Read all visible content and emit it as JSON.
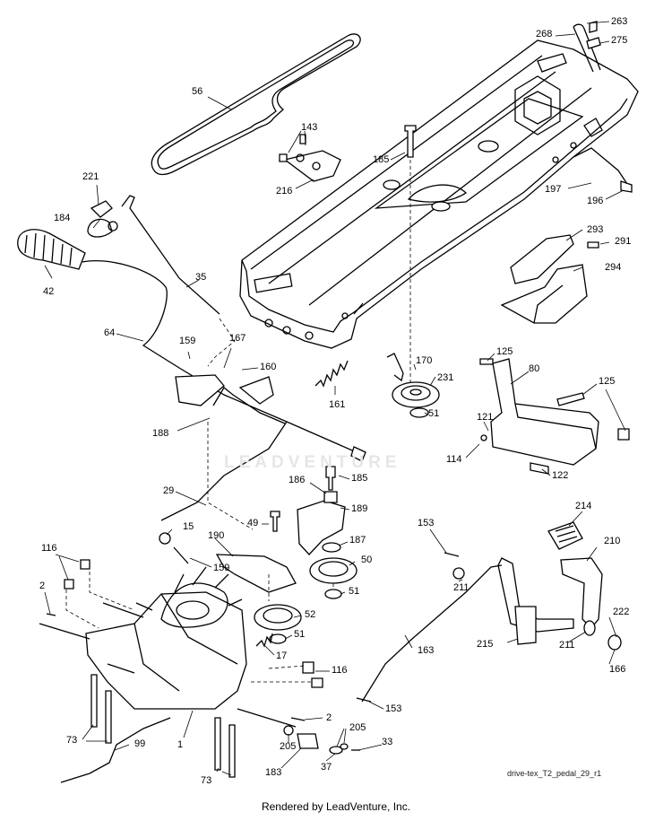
{
  "diagram": {
    "callouts": [
      {
        "id": "263",
        "text": "263"
      },
      {
        "id": "268",
        "text": "268"
      },
      {
        "id": "275",
        "text": "275"
      },
      {
        "id": "56",
        "text": "56"
      },
      {
        "id": "143",
        "text": "143"
      },
      {
        "id": "185a",
        "text": "185"
      },
      {
        "id": "216",
        "text": "216"
      },
      {
        "id": "197",
        "text": "197"
      },
      {
        "id": "196",
        "text": "196"
      },
      {
        "id": "221",
        "text": "221"
      },
      {
        "id": "184",
        "text": "184"
      },
      {
        "id": "293",
        "text": "293"
      },
      {
        "id": "291",
        "text": "291"
      },
      {
        "id": "35",
        "text": "35"
      },
      {
        "id": "294",
        "text": "294"
      },
      {
        "id": "42",
        "text": "42"
      },
      {
        "id": "64",
        "text": "64"
      },
      {
        "id": "159a",
        "text": "159"
      },
      {
        "id": "167",
        "text": "167"
      },
      {
        "id": "160",
        "text": "160"
      },
      {
        "id": "170",
        "text": "170"
      },
      {
        "id": "125a",
        "text": "125"
      },
      {
        "id": "80",
        "text": "80"
      },
      {
        "id": "231",
        "text": "231"
      },
      {
        "id": "125b",
        "text": "125"
      },
      {
        "id": "161",
        "text": "161"
      },
      {
        "id": "51a",
        "text": "51"
      },
      {
        "id": "188",
        "text": "188"
      },
      {
        "id": "121",
        "text": "121"
      },
      {
        "id": "114",
        "text": "114"
      },
      {
        "id": "185b",
        "text": "185"
      },
      {
        "id": "122",
        "text": "122"
      },
      {
        "id": "186",
        "text": "186"
      },
      {
        "id": "29",
        "text": "29"
      },
      {
        "id": "189",
        "text": "189"
      },
      {
        "id": "49",
        "text": "49"
      },
      {
        "id": "153a",
        "text": "153"
      },
      {
        "id": "214",
        "text": "214"
      },
      {
        "id": "15",
        "text": "15"
      },
      {
        "id": "190",
        "text": "190"
      },
      {
        "id": "187",
        "text": "187"
      },
      {
        "id": "210",
        "text": "210"
      },
      {
        "id": "116a",
        "text": "116"
      },
      {
        "id": "159b",
        "text": "159"
      },
      {
        "id": "50",
        "text": "50"
      },
      {
        "id": "2a",
        "text": "2"
      },
      {
        "id": "211a",
        "text": "211"
      },
      {
        "id": "51b",
        "text": "51"
      },
      {
        "id": "52",
        "text": "52"
      },
      {
        "id": "222",
        "text": "222"
      },
      {
        "id": "51c",
        "text": "51"
      },
      {
        "id": "215",
        "text": "215"
      },
      {
        "id": "211b",
        "text": "211"
      },
      {
        "id": "17",
        "text": "17"
      },
      {
        "id": "163",
        "text": "163"
      },
      {
        "id": "166",
        "text": "166"
      },
      {
        "id": "116b",
        "text": "116"
      },
      {
        "id": "153b",
        "text": "153"
      },
      {
        "id": "2b",
        "text": "2"
      },
      {
        "id": "205a",
        "text": "205"
      },
      {
        "id": "73a",
        "text": "73"
      },
      {
        "id": "99",
        "text": "99"
      },
      {
        "id": "1",
        "text": "1"
      },
      {
        "id": "205b",
        "text": "205"
      },
      {
        "id": "33",
        "text": "33"
      },
      {
        "id": "37",
        "text": "37"
      },
      {
        "id": "183",
        "text": "183"
      },
      {
        "id": "73b",
        "text": "73"
      }
    ],
    "reference": "drive-tex_T2_pedal_29_r1",
    "watermark": "LEADVENTURE",
    "credit": "Rendered by LeadVenture, Inc."
  }
}
